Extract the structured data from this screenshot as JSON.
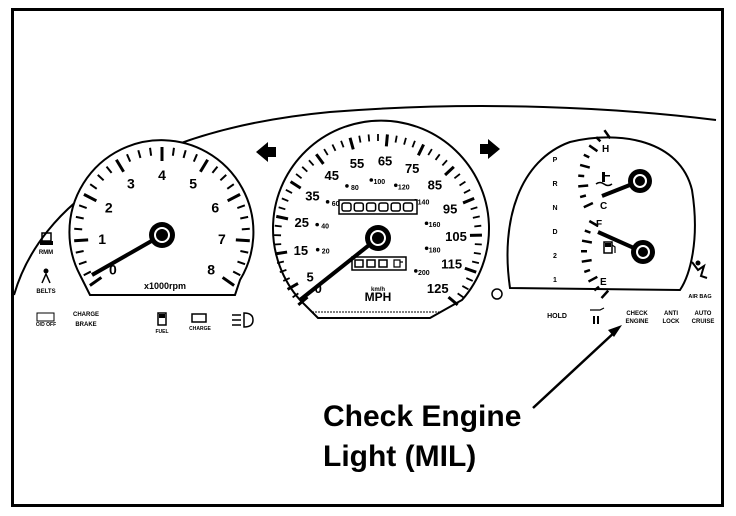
{
  "tachometer": {
    "labels": [
      "0",
      "1",
      "2",
      "3",
      "4",
      "5",
      "6",
      "7",
      "8"
    ],
    "unit": "x1000rpm"
  },
  "speedometer": {
    "mph_labels": [
      "0",
      "5",
      "15",
      "25",
      "35",
      "45",
      "55",
      "65",
      "75",
      "85",
      "95",
      "105",
      "115",
      "125"
    ],
    "kmh_labels": [
      "20",
      "40",
      "60",
      "80",
      "100",
      "120",
      "140",
      "160",
      "180",
      "200"
    ],
    "unit_top": "km/h",
    "unit": "MPH"
  },
  "gear_positions": [
    "P",
    "R",
    "N",
    "D",
    "2",
    "1"
  ],
  "temp_gauge": {
    "high": "H",
    "low": "C"
  },
  "fuel_gauge": {
    "full": "F",
    "empty": "E"
  },
  "warning_lights": {
    "left": [
      "RMM",
      "BELTS",
      "O/D OFF",
      "CHARGE",
      "BRAKE"
    ],
    "fuel": "FUEL",
    "charge": "CHARGE",
    "hold": "HOLD",
    "check_engine": "CHECK ENGINE",
    "anti_lock": "ANTI LOCK",
    "auto_cruise": "AUTO CRUISE",
    "air_bag": "AIR BAG"
  },
  "caption": {
    "line1": "Check Engine",
    "line2": "Light (MIL)"
  },
  "colors": {
    "ink": "#000000",
    "paper": "#ffffff"
  }
}
